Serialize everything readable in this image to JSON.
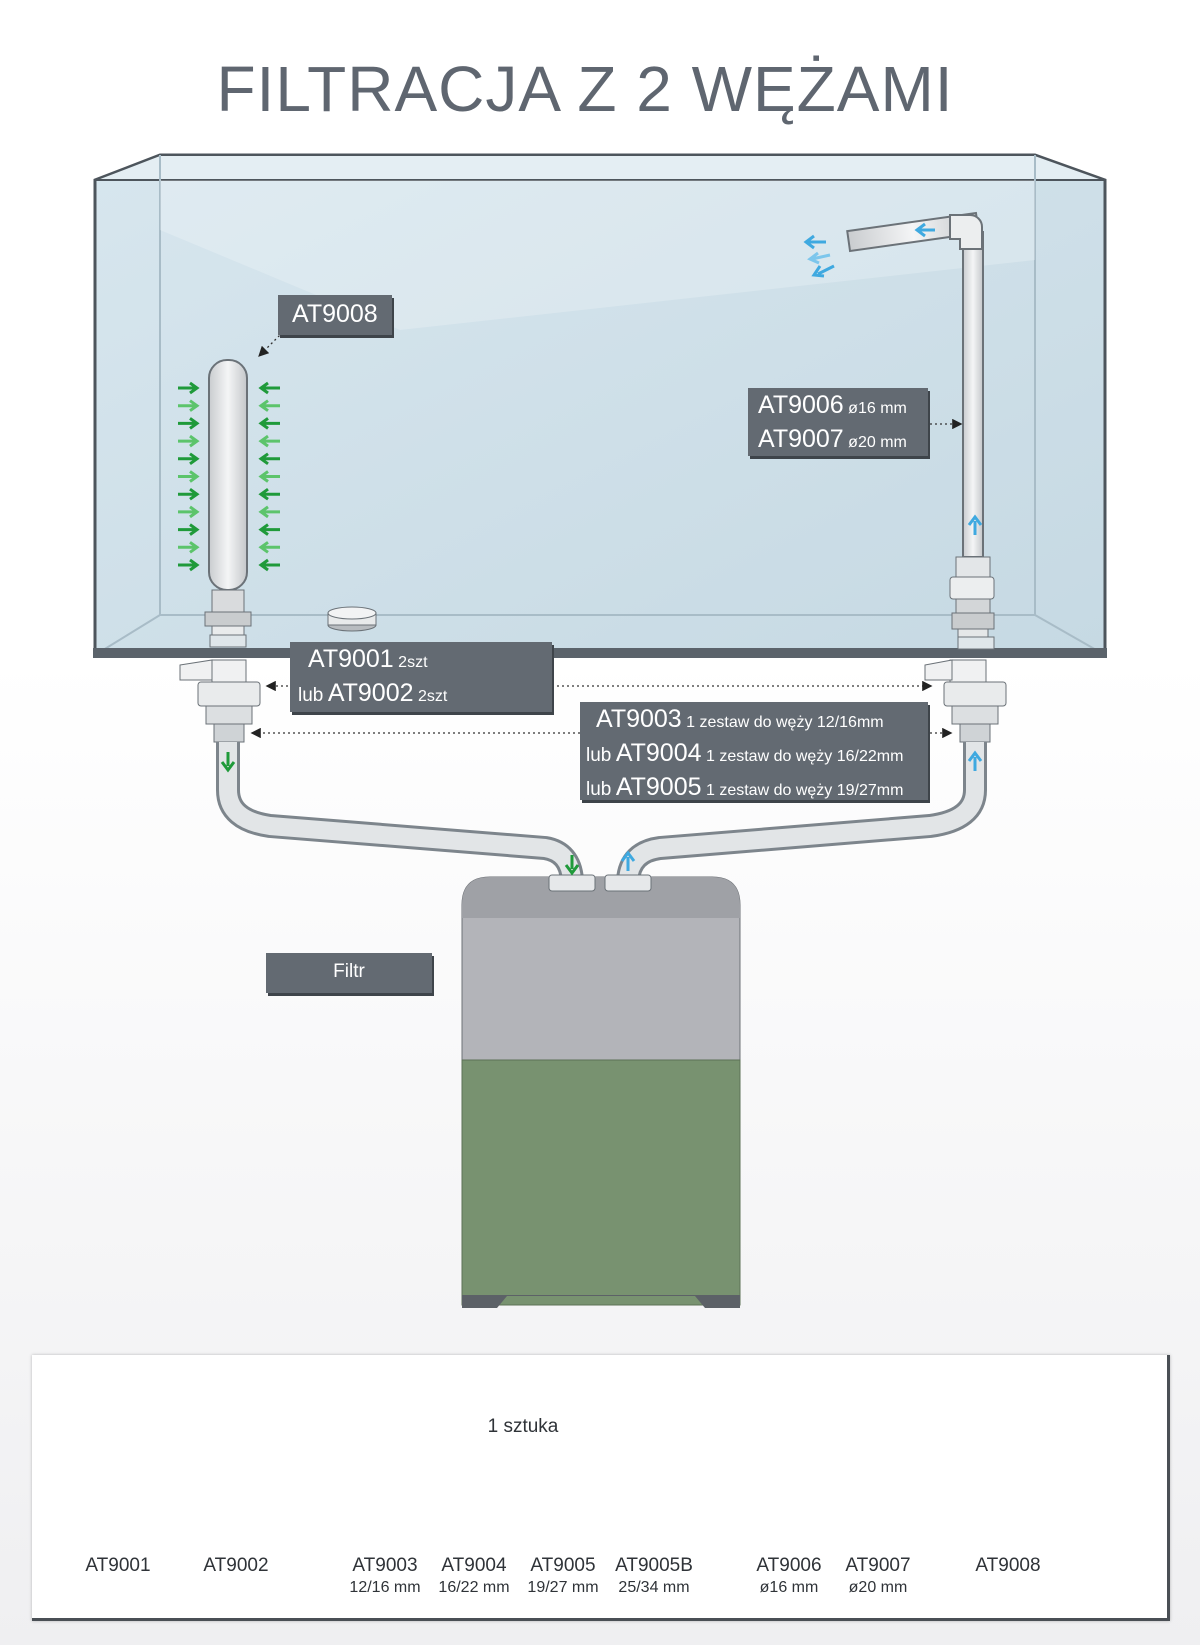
{
  "title": "FILTRACJA Z 2 WĘŻAMI",
  "tags": {
    "at9008": "AT9008",
    "at9006": {
      "code": "AT9006",
      "size": "ø16 mm"
    },
    "at9007": {
      "code": "AT9007",
      "size": "ø20 mm"
    },
    "at9001": {
      "code": "AT9001",
      "qty": "2szt"
    },
    "at9002": {
      "prefix": "lub",
      "code": "AT9002",
      "qty": "2szt"
    },
    "at9003": {
      "code": "AT9003",
      "desc": "1 zestaw do węży 12/16mm"
    },
    "at9004": {
      "prefix": "lub",
      "code": "AT9004",
      "desc": "1 zestaw do węży 16/22mm"
    },
    "at9005": {
      "prefix": "lub",
      "code": "AT9005",
      "desc": "1 zestaw do węży 19/27mm"
    },
    "filter": "Filtr"
  },
  "legend": {
    "note": "1 sztuka",
    "items": [
      {
        "code": "AT9001",
        "size": ""
      },
      {
        "code": "AT9002",
        "size": ""
      },
      {
        "code": "AT9003",
        "size": "12/16 mm"
      },
      {
        "code": "AT9004",
        "size": "16/22 mm"
      },
      {
        "code": "AT9005",
        "size": "19/27 mm"
      },
      {
        "code": "AT9005B",
        "size": "25/34 mm"
      },
      {
        "code": "AT9006",
        "size": "ø16 mm"
      },
      {
        "code": "AT9007",
        "size": "ø20 mm"
      },
      {
        "code": "AT9008",
        "size": ""
      }
    ]
  },
  "colors": {
    "title": "#5f6670",
    "tag": "#636a72",
    "water": "#cfe0ea",
    "filter_top": "#b3b4b9",
    "filter_bottom": "#789270",
    "arrow_green": "#1f9a3a",
    "arrow_blue": "#3fa9e0"
  }
}
